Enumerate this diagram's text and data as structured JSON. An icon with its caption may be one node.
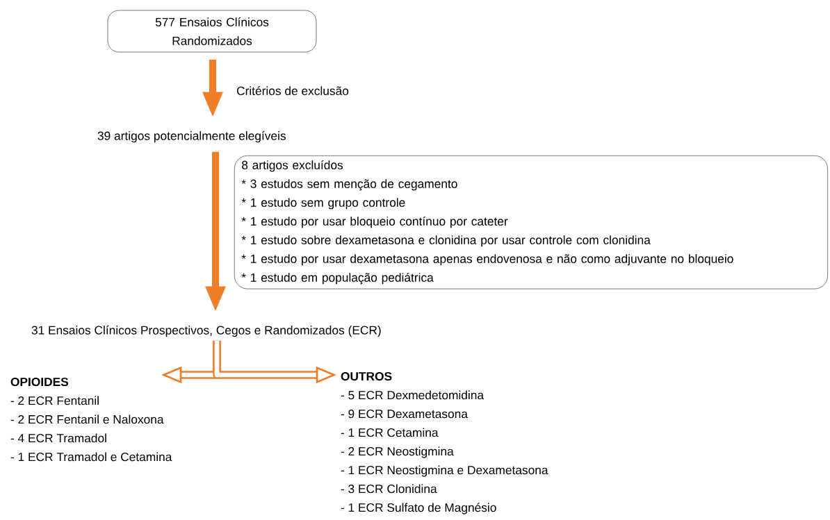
{
  "diagram": {
    "nodes": [
      {
        "text": [
          "577 Ensaios Clínicos Randomizados"
        ]
      },
      {
        "text": [
          "39 artigos potencialmente elegíveis"
        ]
      },
      {
        "text": [
          "8 artigos excluídos",
          "* 3 estudos sem menção de cegamento",
          "* 1 estudo sem grupo controle",
          "* 1 estudo por usar bloqueio contínuo por cateter",
          "* 1 estudo sobre dexametasona e clonidina por usar controle com clonidina",
          "* 1 estudo por usar dexametasona apenas endovenosa e não como adjuvante no bloqueio",
          "* 1 estudo em população pediátrica"
        ]
      },
      {
        "text": [
          "31 Ensaios Clínicos Prospectivos, Cegos e Randomizados (ECR)"
        ]
      },
      {
        "text": [
          "OPIOIDES",
          "- 2 ECR Fentanil",
          "- 2 ECR Fentanil e Naloxona",
          "- 4 ECR Tramadol",
          "- 1 ECR Tramadol e Cetamina"
        ]
      },
      {
        "text": [
          "OUTROS",
          "- 5 ECR Dexmedetomidina",
          "- 9 ECR Dexametasona",
          "- 1 ECR Cetamina",
          "- 2 ECR Neostigmina",
          "- 1 ECR Neostigmina e Dexametasona",
          "- 3 ECR Clonidina",
          "- 1 ECR Sulfato de Magnésio"
        ]
      }
    ],
    "edges": [
      {
        "from": 0,
        "to": 1,
        "arrow": "to",
        "label": "Critérios de exclusão"
      },
      {
        "from": 1,
        "to": 3,
        "arrow": "to"
      },
      {
        "from": 3,
        "to": 4,
        "arrow": "to"
      },
      {
        "from": 3,
        "to": 5,
        "arrow": "to"
      }
    ]
  }
}
